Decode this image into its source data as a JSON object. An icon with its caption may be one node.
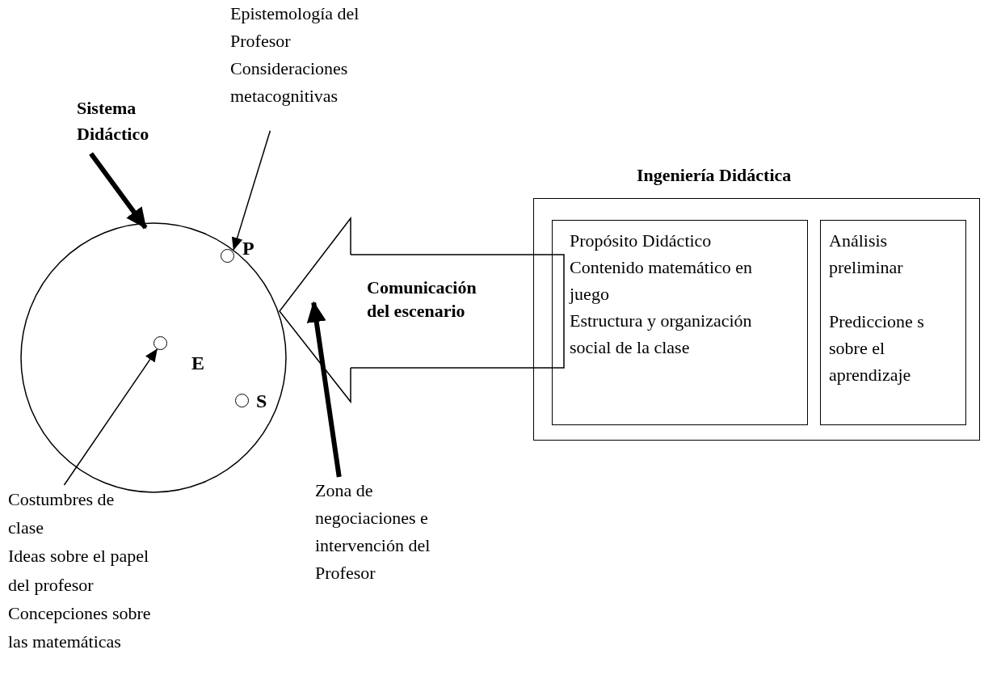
{
  "diagram": {
    "nodes": [
      {
        "text": [
          "Epistemología del Profesor",
          "Consideraciones metacognitivas"
        ]
      },
      {
        "text": [
          "Sistema Didáctico"
        ]
      },
      {
        "text": [
          "Ingeniería Didáctica"
        ]
      },
      {
        "text": [],
        "shape": "circle"
      },
      {
        "text": [],
        "shape": "circle",
        "in": 3,
        "beside": [
          "P"
        ]
      },
      {
        "text": [
          "Comunicación del escenario"
        ]
      },
      {
        "text": [
          "Propósito Didáctico",
          "Contenido matemático en juego",
          "Estructura y organización social de la clase"
        ],
        "in": 2
      },
      {
        "text": [
          "Análisis preliminar",
          "Prediccione s sobre el aprendizaje"
        ],
        "in": 2
      },
      {
        "text": [],
        "shape": "circle",
        "in": 3,
        "beside": [
          "E"
        ]
      },
      {
        "text": [],
        "shape": "circle",
        "in": 3,
        "beside": [
          "S"
        ]
      },
      {
        "text": [
          "Zona de negociaciones e intervención del Profesor"
        ]
      },
      {
        "text": [
          "Costumbres de clase",
          "Ideas sobre el papel del profesor",
          "Concepciones sobre las matemáticas"
        ]
      }
    ],
    "edges": [
      {
        "from": 0,
        "to": 4,
        "arrow": "to"
      },
      {
        "from": 1,
        "to": 3,
        "arrow": "to",
        "style": "thick"
      },
      {
        "from": 10,
        "to": 5,
        "arrow": "to",
        "style": "thick"
      },
      {
        "from": 11,
        "to": 8,
        "arrow": "to"
      }
    ]
  }
}
